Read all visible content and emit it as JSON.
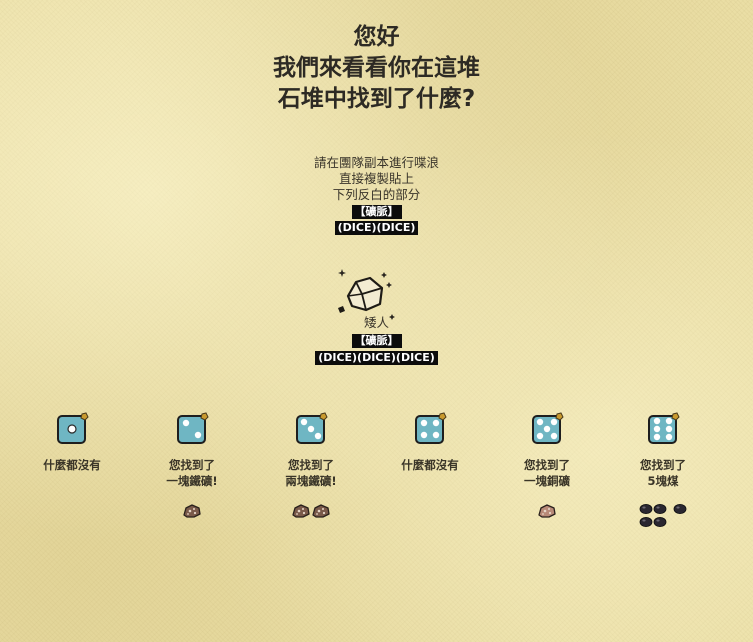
{
  "heading": {
    "line1": "您好",
    "line2": "我們來看看你在這堆",
    "line3": "石堆中找到了什麼?"
  },
  "instructions": {
    "line1": "請在團隊副本進行喋浪",
    "line2": "直接複製貼上",
    "line3": "下列反白的部分",
    "tag_name": "【礦脈】",
    "tag_dice": "(DICE)(DICE)"
  },
  "dwarf": {
    "icon": "dwarf-ore-icon",
    "label": "矮人",
    "tag_name": "【礦脈】",
    "tag_dice": "(DICE)(DICE)(DICE)"
  },
  "results": [
    {
      "die": 1,
      "line1": "什麼都沒有",
      "line2": "",
      "ore_type": "none",
      "count": 0
    },
    {
      "die": 2,
      "line1": "您找到了",
      "line2": "一塊鐵礦!",
      "ore_type": "iron",
      "count": 1
    },
    {
      "die": 3,
      "line1": "您找到了",
      "line2": "兩塊鐵礦!",
      "ore_type": "iron",
      "count": 2
    },
    {
      "die": 4,
      "line1": "什麼都沒有",
      "line2": "",
      "ore_type": "none",
      "count": 0
    },
    {
      "die": 5,
      "line1": "您找到了",
      "line2": "一塊銅礦",
      "ore_type": "copper",
      "count": 1
    },
    {
      "die": 6,
      "line1": "您找到了",
      "line2": "5塊煤",
      "ore_type": "coal",
      "count": 5
    }
  ],
  "colors": {
    "die_face": "#6fb6c3",
    "die_pip": "#ffffff",
    "iron_ore": "#7a5a4a",
    "copper_ore": "#b88a78",
    "coal": "#2a2730"
  }
}
